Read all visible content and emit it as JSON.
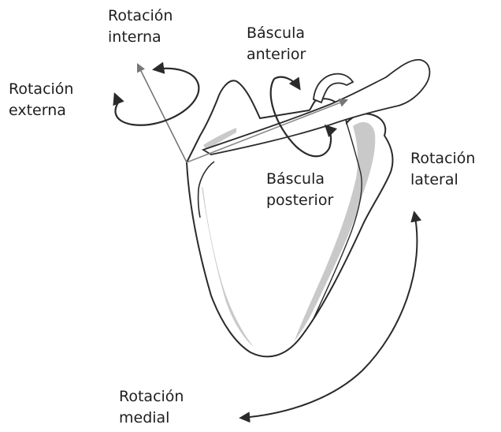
{
  "labels": {
    "internal_rotation": [
      "Rotación",
      "interna"
    ],
    "external_rotation": [
      "Rotación",
      "externa"
    ],
    "anterior_tilt": [
      "Báscula",
      "anterior"
    ],
    "posterior_tilt": [
      "Báscula",
      "posterior"
    ],
    "lateral_rotation": [
      "Rotación",
      "lateral"
    ],
    "medial_rotation": [
      "Rotación",
      "medial"
    ]
  },
  "colors": {
    "outline": "#2a2a2a",
    "shading": "#c9c9c9",
    "bone_fill": "#ffffff",
    "text": "#1e1e1e"
  }
}
